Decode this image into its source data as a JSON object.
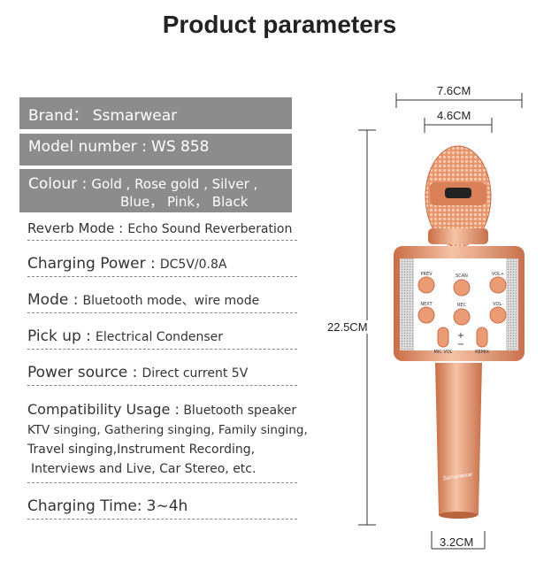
{
  "title": "Product parameters",
  "specs": {
    "brand": {
      "label": "Brand：",
      "value": "Ssmarwear"
    },
    "model": {
      "label": "Model number :",
      "value": "WS 858"
    },
    "colour": {
      "label": "Colour :",
      "value1": "Gold , Rose gold , Silver ,",
      "value2": "Blue， Pink， Black"
    },
    "reverb": {
      "label": "Reverb Mode :",
      "value": "Echo Sound Reverberation"
    },
    "charging_power": {
      "label": "Charging Power :",
      "value": "DC5V/0.8A"
    },
    "mode": {
      "label": "Mode :",
      "value": "Bluetooth mode、wire mode"
    },
    "pickup": {
      "label": "Pick up :",
      "value": "Electrical Condenser"
    },
    "power_source": {
      "label": "Power source :",
      "value": "Direct current 5V"
    },
    "compat": {
      "label": "Compatibility Usage :",
      "value": "Bluetooth speaker",
      "line2": "KTV singing, Gathering singing, Family singing,",
      "line3": "Travel singing,Instrument Recording,",
      "line4": "Interviews and Live, Car Stereo, etc."
    },
    "charging_time": {
      "label": "Charging Time:",
      "value": "3~4h"
    }
  },
  "dimensions": {
    "width_top": "7.6CM",
    "head_width": "4.6CM",
    "height": "22.5CM",
    "handle_width": "3.2CM"
  },
  "mic_buttons": {
    "prev": "PREV",
    "scan": "SCAN",
    "volup": "VOL+",
    "next": "NEXT",
    "rec": "REC",
    "voldown": "VOL-",
    "micvol": "MIC VOL",
    "remix": "REMIX",
    "brand_mark": "Ssmarwear"
  },
  "colors": {
    "rose_gold": "#e8936a",
    "box_gray": "#8c8c8c"
  }
}
